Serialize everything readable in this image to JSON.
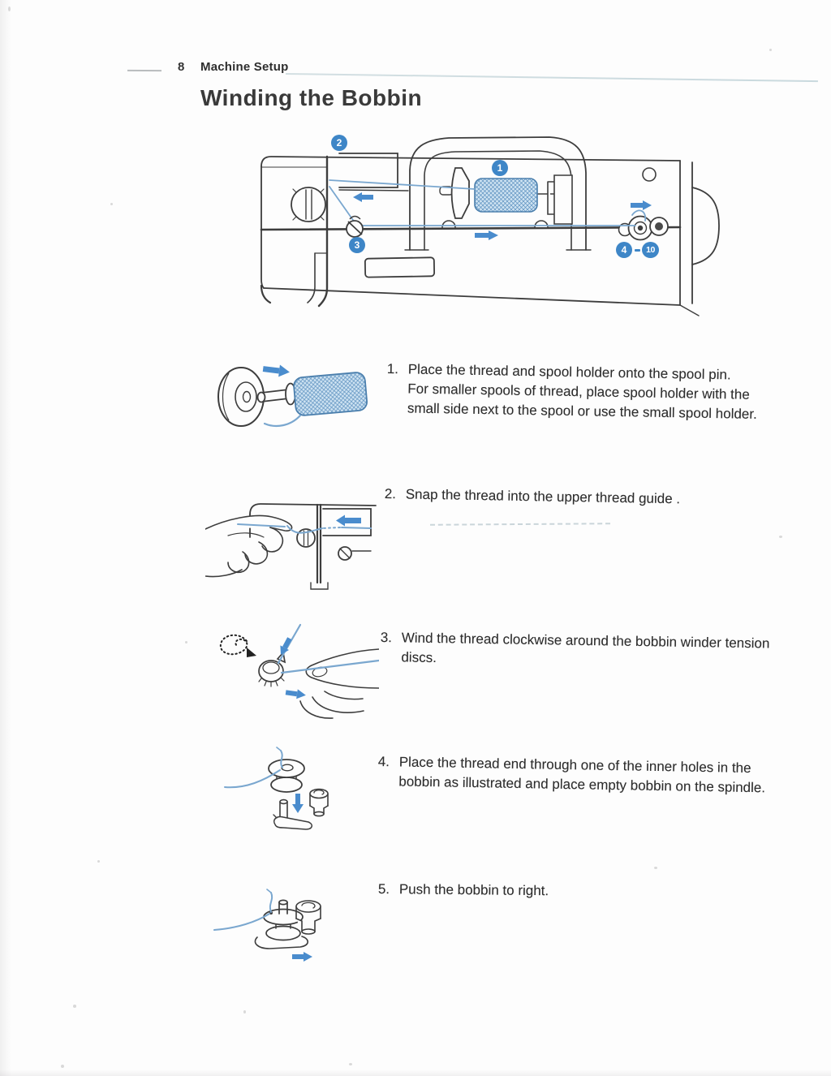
{
  "header": {
    "page_number": "8",
    "section": "Machine Setup"
  },
  "title": "Winding the Bobbin",
  "diagram": {
    "name": "bobbin-winding-thread-path-overview",
    "callouts": {
      "c1": "1",
      "c2": "2",
      "c3": "3",
      "c4": "4",
      "dash": "-",
      "c10": "10"
    }
  },
  "steps": [
    {
      "number": "1.",
      "text": "Place the thread and spool holder onto the spool pin.",
      "text2": "For smaller spools of thread, place spool holder with the small side next to the spool or use the small spool holder.",
      "illustration": "spool-holder-and-thread-spool"
    },
    {
      "number": "2.",
      "text": "Snap the thread into the upper thread guide .",
      "illustration": "hand-snapping-thread-into-upper-thread-guide"
    },
    {
      "number": "3.",
      "text": "Wind the thread clockwise around the bobbin winder tension discs.",
      "illustration": "thread-wound-clockwise-around-tension-disc"
    },
    {
      "number": "4.",
      "text": "Place the thread end through one of the inner holes in the bobbin as illustrated and place empty bobbin on the spindle.",
      "illustration": "thread-through-bobbin-hole-onto-spindle"
    },
    {
      "number": "5.",
      "text": "Push the  bobbin to right.",
      "illustration": "bobbin-pushed-right-on-spindle"
    }
  ],
  "colors": {
    "callout_blue": "#3e86c7",
    "arrow_blue": "#4a8ccd",
    "thread_blue": "#7aa7cf",
    "ink": "#3d3d3d"
  }
}
